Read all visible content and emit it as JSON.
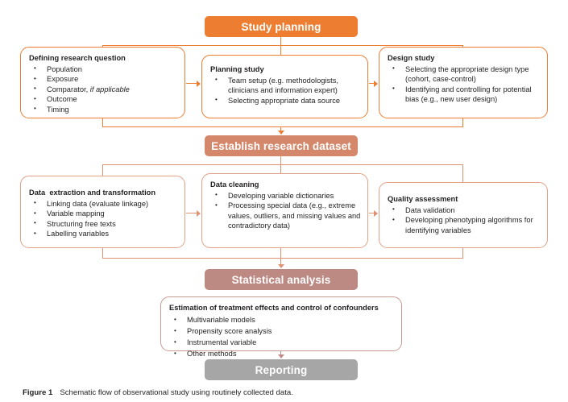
{
  "figure": {
    "caption_label": "Figure 1",
    "caption_text": "Schematic flow of observational study using routinely collected data."
  },
  "colors": {
    "planning_orange": "#ED7D31",
    "dataset_salmon": "#D4876A",
    "stats_rose": "#BC8983",
    "reporting_gray": "#A6A6A6",
    "box_border_orange": "#ED7D31",
    "box_border_salmon": "#E3A186",
    "text": "#231f20"
  },
  "banners": {
    "study_planning": "Study planning",
    "establish_dataset": "Establish research dataset",
    "statistical_analysis": "Statistical analysis",
    "reporting": "Reporting"
  },
  "stage1": {
    "defining": {
      "title": "Defining research question",
      "items": [
        {
          "text": "Population"
        },
        {
          "text": "Exposure"
        },
        {
          "text": "Comparator, ",
          "italic": "if applicable"
        },
        {
          "text": "Outcome"
        },
        {
          "text": "Timing"
        }
      ]
    },
    "planning": {
      "title": "Planning study",
      "items": [
        {
          "text": "Team setup (e.g.  methodologists, clinicians and information expert)"
        },
        {
          "text": "Selecting appropriate data source"
        }
      ]
    },
    "design": {
      "title": "Design study",
      "items": [
        {
          "text": "Selecting the appropriate design type (cohort, case-control)"
        },
        {
          "text": "Identifying and controlling for potential bias (e.g., new user design)"
        }
      ]
    }
  },
  "stage2": {
    "extraction": {
      "title": "Data  extraction and transformation",
      "items": [
        {
          "text": "Linking data (evaluate linkage)"
        },
        {
          "text": "Variable mapping"
        },
        {
          "text": "Structuring free texts"
        },
        {
          "text": "Labelling variables"
        }
      ]
    },
    "cleaning": {
      "title": "Data cleaning",
      "items": [
        {
          "text": "Developing variable dictionaries"
        },
        {
          "text": "Processing special data (e.g., extreme values, outliers, and missing values and contradictory data)"
        }
      ]
    },
    "quality": {
      "title": "Quality assessment",
      "items": [
        {
          "text": "Data validation"
        },
        {
          "text": "Developing phenotyping algorithms for identifying variables"
        }
      ]
    }
  },
  "stage3": {
    "estimation": {
      "title": "Estimation of treatment effects and control of confounders",
      "items": [
        {
          "text": "Multivariable models"
        },
        {
          "text": "Propensity score analysis"
        },
        {
          "text": "Instrumental variable"
        },
        {
          "text": "Other methods"
        }
      ]
    }
  }
}
